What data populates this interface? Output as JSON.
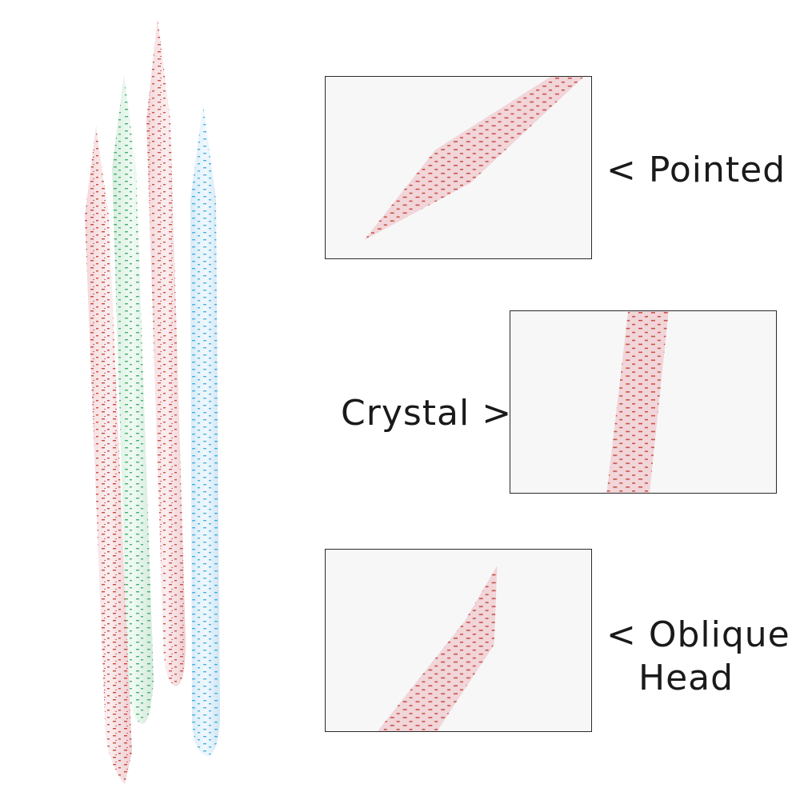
{
  "labels": {
    "pointed": "< Pointed",
    "crystal": "Crystal >",
    "oblique_line1": "< Oblique",
    "oblique_line2": "Head"
  },
  "sticks": [
    {
      "color": "red",
      "speckle": "#c0392b"
    },
    {
      "color": "green",
      "speckle": "#27a55a"
    },
    {
      "color": "red",
      "speckle": "#c0392b"
    },
    {
      "color": "blue",
      "speckle": "#2aa3e0"
    }
  ],
  "colors": {
    "panel_border": "#2a2a2a",
    "panel_bg": "#f7f7f7",
    "text": "#1a1a1a"
  }
}
